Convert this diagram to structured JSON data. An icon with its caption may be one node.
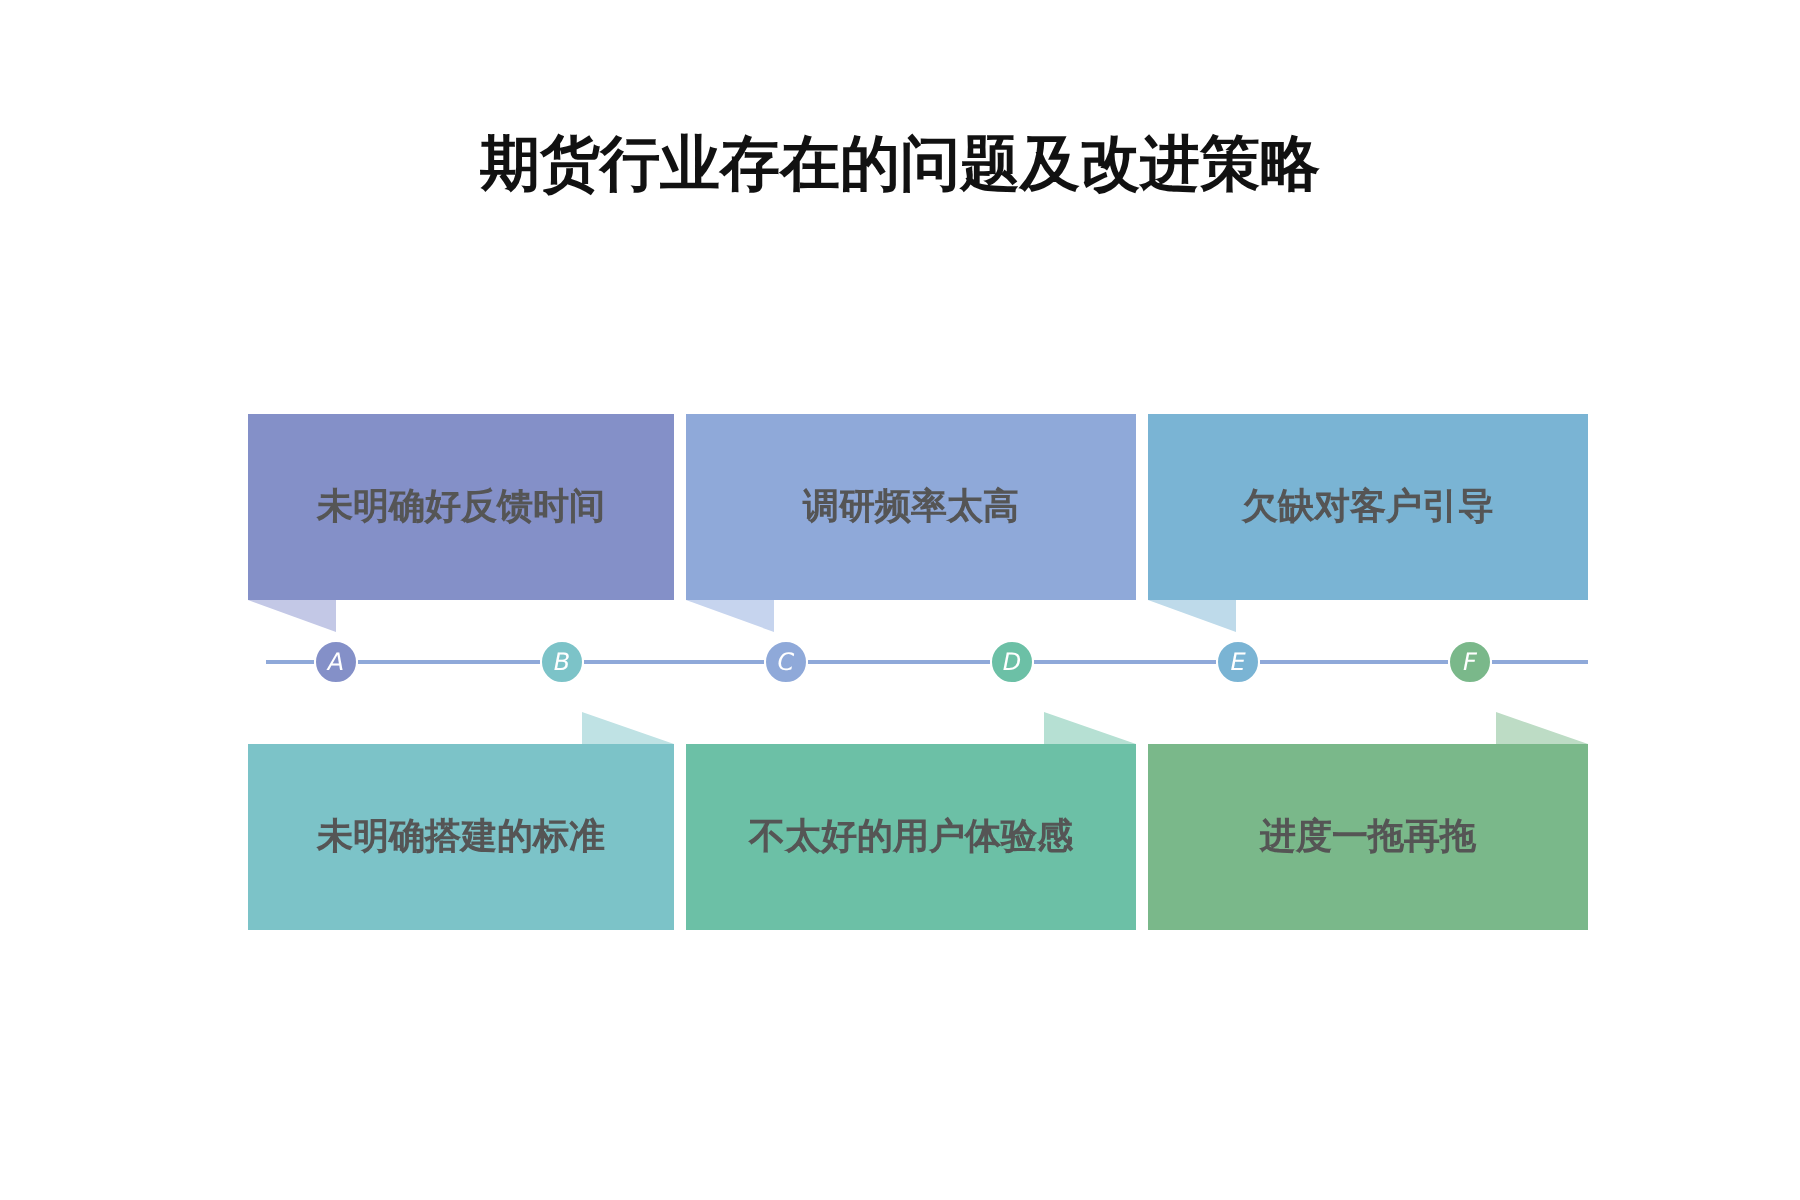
{
  "diagram": {
    "title": "期货行业存在的问题及改进策略",
    "nodes": [
      {
        "text": [
          "未明确好反馈时间"
        ]
      },
      {
        "text": [
          "调研频率太高"
        ]
      },
      {
        "text": [
          "欠缺对客户引导"
        ]
      },
      {
        "text": [
          "A"
        ]
      },
      {
        "text": [
          "B"
        ]
      },
      {
        "text": [
          "C"
        ]
      },
      {
        "text": [
          "D"
        ]
      },
      {
        "text": [
          "E"
        ]
      },
      {
        "text": [
          "F"
        ]
      },
      {
        "text": [
          "未明确搭建的标准"
        ]
      },
      {
        "text": [
          "不太好的用户体验感"
        ]
      },
      {
        "text": [
          "进度一拖再拖"
        ]
      }
    ],
    "edges": [
      {
        "from": 3,
        "to": 4,
        "arrow": "none"
      },
      {
        "from": 4,
        "to": 5,
        "arrow": "none"
      },
      {
        "from": 5,
        "to": 6,
        "arrow": "none"
      },
      {
        "from": 6,
        "to": 7,
        "arrow": "none"
      },
      {
        "from": 7,
        "to": 8,
        "arrow": "none"
      }
    ]
  }
}
